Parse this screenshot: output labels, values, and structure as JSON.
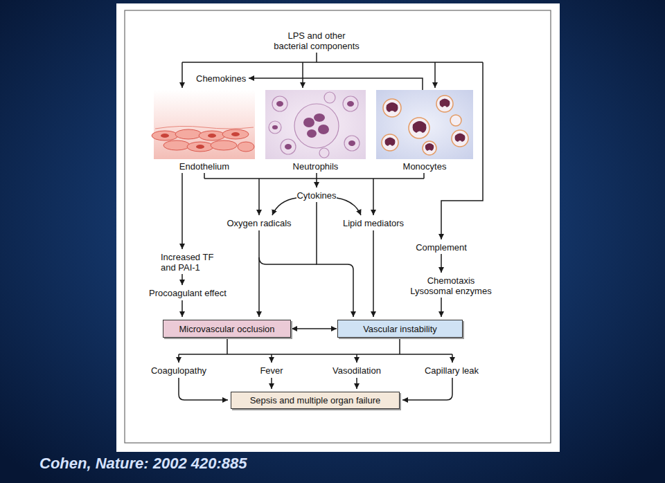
{
  "diagram": {
    "caption": "Cohen, Nature: 2002 420:885",
    "nodes": [
      {
        "text": [
          "Endothelium"
        ]
      },
      {
        "text": [
          "Neutrophils"
        ]
      },
      {
        "text": [
          "Monocytes"
        ]
      },
      {
        "text": [
          "Microvascular occlusion"
        ]
      },
      {
        "text": [
          "Vascular instability"
        ]
      },
      {
        "text": [
          "Sepsis and multiple organ failure"
        ]
      }
    ],
    "edges": [
      {
        "from": 3,
        "to": 4,
        "arrow": "both"
      }
    ],
    "labels": [
      "LPS and other bacterial components",
      "Chemokines",
      "Cytokines",
      "Oxygen radicals",
      "Lipid mediators",
      "Increased TF and PAI-1",
      "Procoagulant effect",
      "Complement",
      "Chemotaxis Lysosomal enzymes",
      "Coagulopathy",
      "Fever",
      "Vasodilation",
      "Capillary leak"
    ]
  }
}
